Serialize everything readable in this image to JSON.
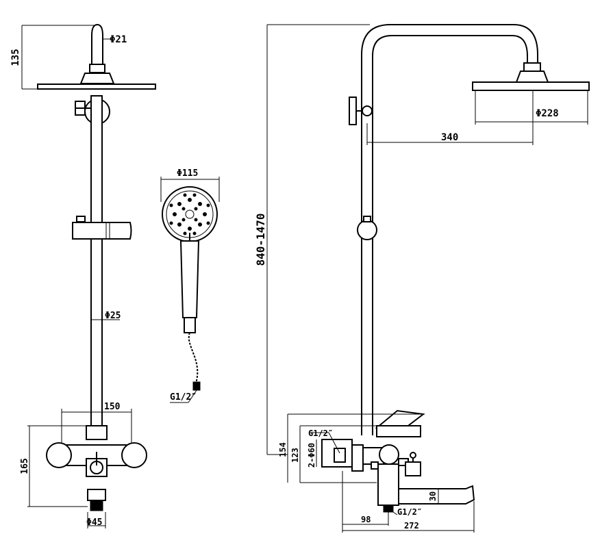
{
  "dimensions": {
    "head_height": "135",
    "arm_diameter": "Φ21",
    "riser_diameter": "Φ25",
    "valve_spacing": "150",
    "valve_height": "165",
    "outlet_diameter": "Φ45",
    "handshower_diameter": "Φ115",
    "hose_thread": "G1/2″",
    "total_height": "840-1470",
    "head_diameter": "Φ228",
    "arm_reach": "340",
    "side_height_a": "154",
    "side_height_b": "123",
    "inlet_thread": "G1/2″",
    "inlet_diameter": "2-Φ60",
    "spout_height": "30",
    "bottom_thread": "G1/2″",
    "base_depth": "98",
    "spout_reach": "272"
  },
  "colors": {
    "line": "#000000",
    "background": "#ffffff"
  }
}
